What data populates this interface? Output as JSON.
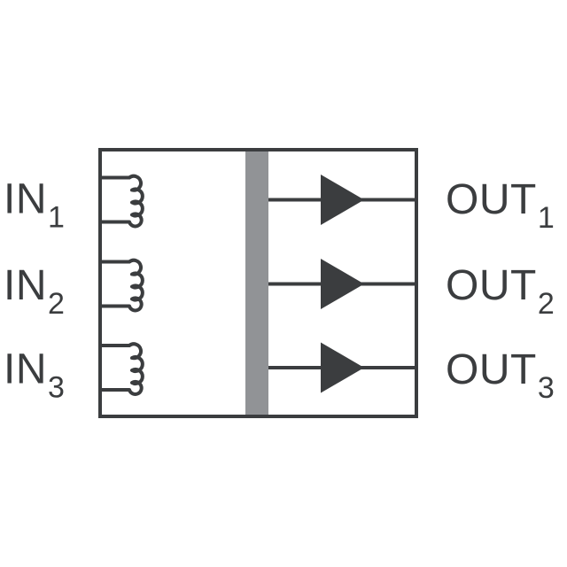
{
  "diagram": {
    "title": "3-channel digital isolator functional block diagram",
    "colors": {
      "stroke": "#3b3d3f",
      "text": "#3b3d3f",
      "isolation_bar": "#919396",
      "background": "#ffffff"
    },
    "barrier": {
      "name": "isolation-barrier"
    },
    "channels": [
      {
        "input": {
          "base": "IN",
          "sub": "1"
        },
        "output": {
          "base": "OUT",
          "sub": "1"
        },
        "input_symbol": "coil-icon",
        "output_symbol": "buffer-triangle-icon"
      },
      {
        "input": {
          "base": "IN",
          "sub": "2"
        },
        "output": {
          "base": "OUT",
          "sub": "2"
        },
        "input_symbol": "coil-icon",
        "output_symbol": "buffer-triangle-icon"
      },
      {
        "input": {
          "base": "IN",
          "sub": "3"
        },
        "output": {
          "base": "OUT",
          "sub": "3"
        },
        "input_symbol": "coil-icon",
        "output_symbol": "buffer-triangle-icon"
      }
    ]
  }
}
